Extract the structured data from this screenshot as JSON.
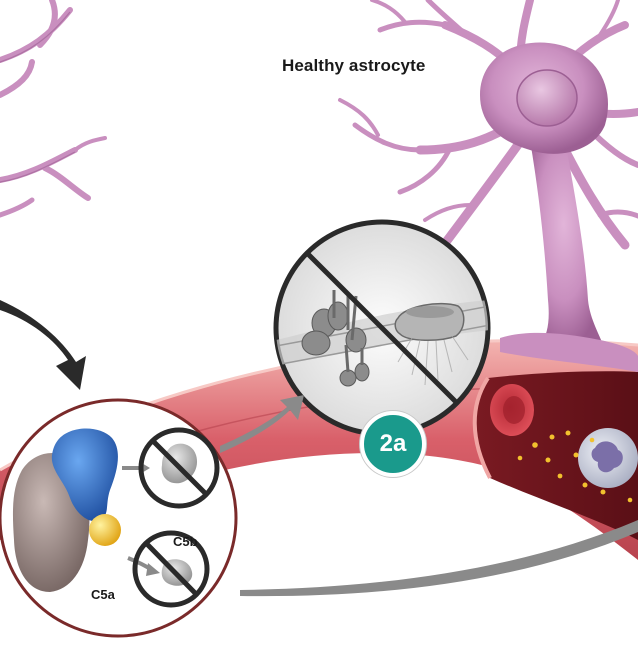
{
  "labels": {
    "title": "Healthy astrocyte",
    "c5b": "C5b",
    "c5a": "C5a"
  },
  "badge": {
    "text": "2a"
  },
  "colors": {
    "astrocyte": "#c98fbf",
    "astrocyte_dark": "#9c5f93",
    "vessel": "#d9606a",
    "vessel_light": "#f0a6a4",
    "badge": "#1a9a8c",
    "c5_protein": "#2f6fc4",
    "yellow_protein": "#f2c12e",
    "complex_body": "#9c8b88",
    "arrow": "#8a8a8a"
  },
  "icons": [
    "prohibited-icon-c5b",
    "prohibited-icon-c5a",
    "prohibited-icon-mac"
  ]
}
